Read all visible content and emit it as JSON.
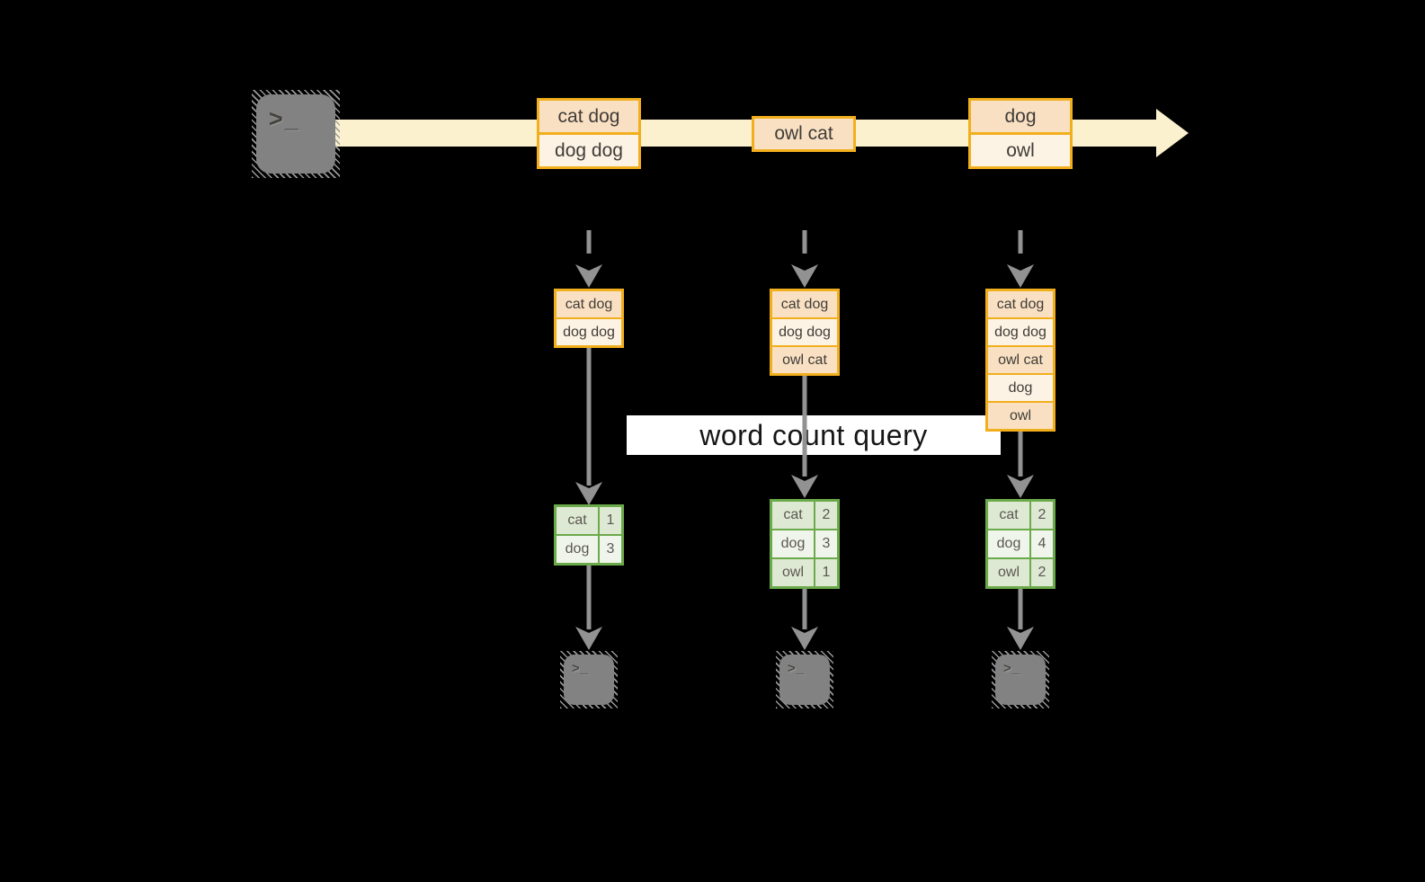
{
  "banner": {
    "label": "word count query"
  },
  "stream": {
    "batches": [
      {
        "cells": [
          "cat dog",
          "dog dog"
        ]
      },
      {
        "cells": [
          "owl cat"
        ]
      },
      {
        "cells": [
          "dog",
          "owl"
        ]
      }
    ]
  },
  "columns": [
    {
      "stack": [
        "cat dog",
        "dog dog"
      ],
      "counts": [
        {
          "word": "cat",
          "count": "1"
        },
        {
          "word": "dog",
          "count": "3"
        }
      ]
    },
    {
      "stack": [
        "cat dog",
        "dog dog",
        "owl cat"
      ],
      "counts": [
        {
          "word": "cat",
          "count": "2"
        },
        {
          "word": "dog",
          "count": "3"
        },
        {
          "word": "owl",
          "count": "1"
        }
      ]
    },
    {
      "stack": [
        "cat dog",
        "dog dog",
        "owl cat",
        "dog",
        "owl"
      ],
      "counts": [
        {
          "word": "cat",
          "count": "2"
        },
        {
          "word": "dog",
          "count": "4"
        },
        {
          "word": "owl",
          "count": "2"
        }
      ]
    }
  ],
  "icons": {
    "terminal_prompt": ">_"
  },
  "colors": {
    "gold": "#F2AF1D",
    "peach": "#F9E0C2",
    "cream": "#FDF3E4",
    "band": "#FBF1CF",
    "green": "#6BAA4B",
    "green_light": "#DEE9D3",
    "green_lighter": "#F0F5EC",
    "arrow_gray": "#929292",
    "term_gray": "#828282",
    "text_dark": "#3F3C38",
    "banner_bg": "#FFFFFF",
    "banner_text": "#161616"
  }
}
